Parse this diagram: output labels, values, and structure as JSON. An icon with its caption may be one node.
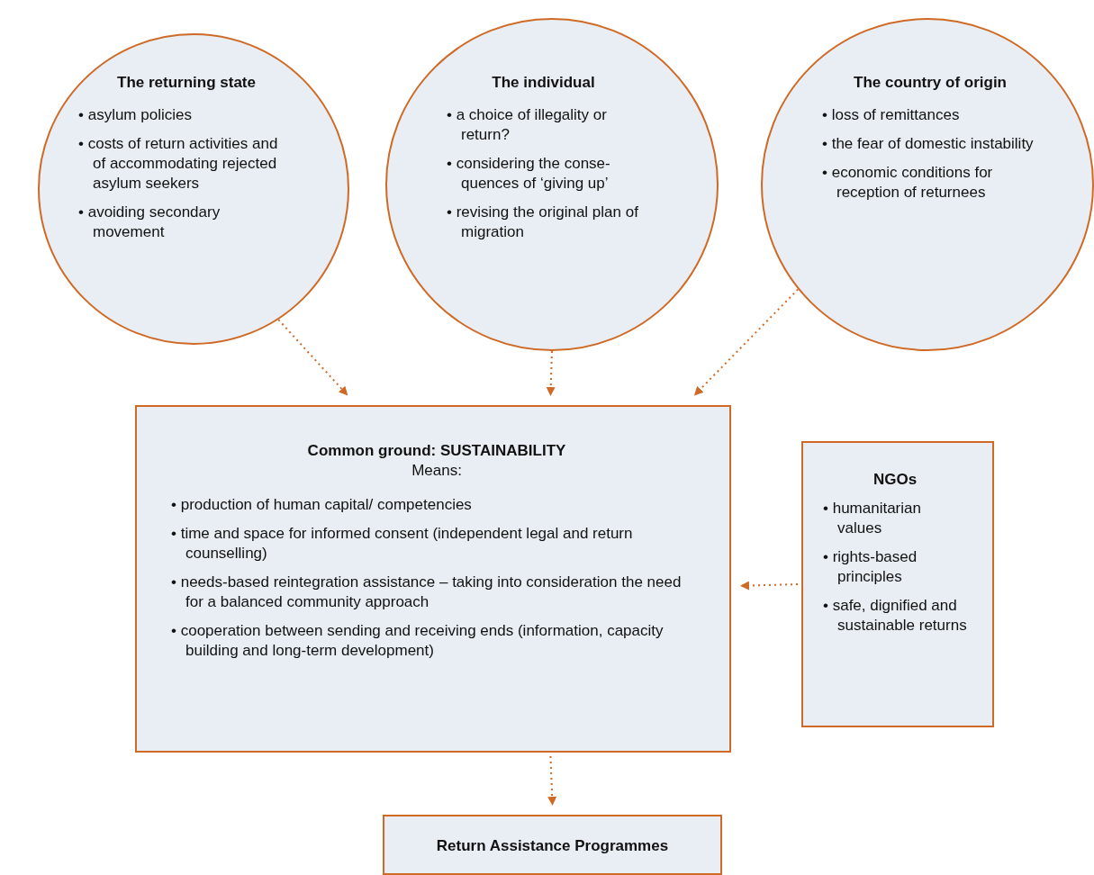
{
  "diagram": {
    "nodes": [
      {
        "text": [
          "The returning state",
          "• asylum policies",
          "• costs of return activities and of accommodating rejected asylum seekers",
          "• avoiding secondary movement"
        ]
      },
      {
        "text": [
          "The individual",
          "• a choice of illegality or return?",
          "• considering the conse- quences of ‘giving up’",
          "• revising the original plan of migration"
        ]
      },
      {
        "text": [
          "The country of origin",
          "• loss of remittances",
          "• the fear of domestic instability",
          "• economic conditions for reception of returnees"
        ]
      },
      {
        "text": [
          "Common ground: SUSTAINABILITY",
          "Means:",
          "• production of human capital/ competencies",
          "• time and space for informed consent (independent legal and return counselling)",
          "• needs-based reintegration assistance – taking into consideration the need for a balanced community approach",
          "• cooperation between sending and receiving ends (information, capacity building and long-term development)"
        ]
      },
      {
        "text": [
          "NGOs",
          "• humanitarian values",
          "• rights-based principles",
          "• safe, dignified and sustainable returns"
        ]
      },
      {
        "text": [
          "Return Assistance Programmes"
        ]
      }
    ],
    "edges": [
      {
        "from": 0,
        "to": 3,
        "arrow": "to"
      },
      {
        "from": 1,
        "to": 3,
        "arrow": "to"
      },
      {
        "from": 2,
        "to": 3,
        "arrow": "to"
      },
      {
        "from": 4,
        "to": 3,
        "arrow": "to"
      },
      {
        "from": 3,
        "to": 5,
        "arrow": "to"
      }
    ]
  }
}
